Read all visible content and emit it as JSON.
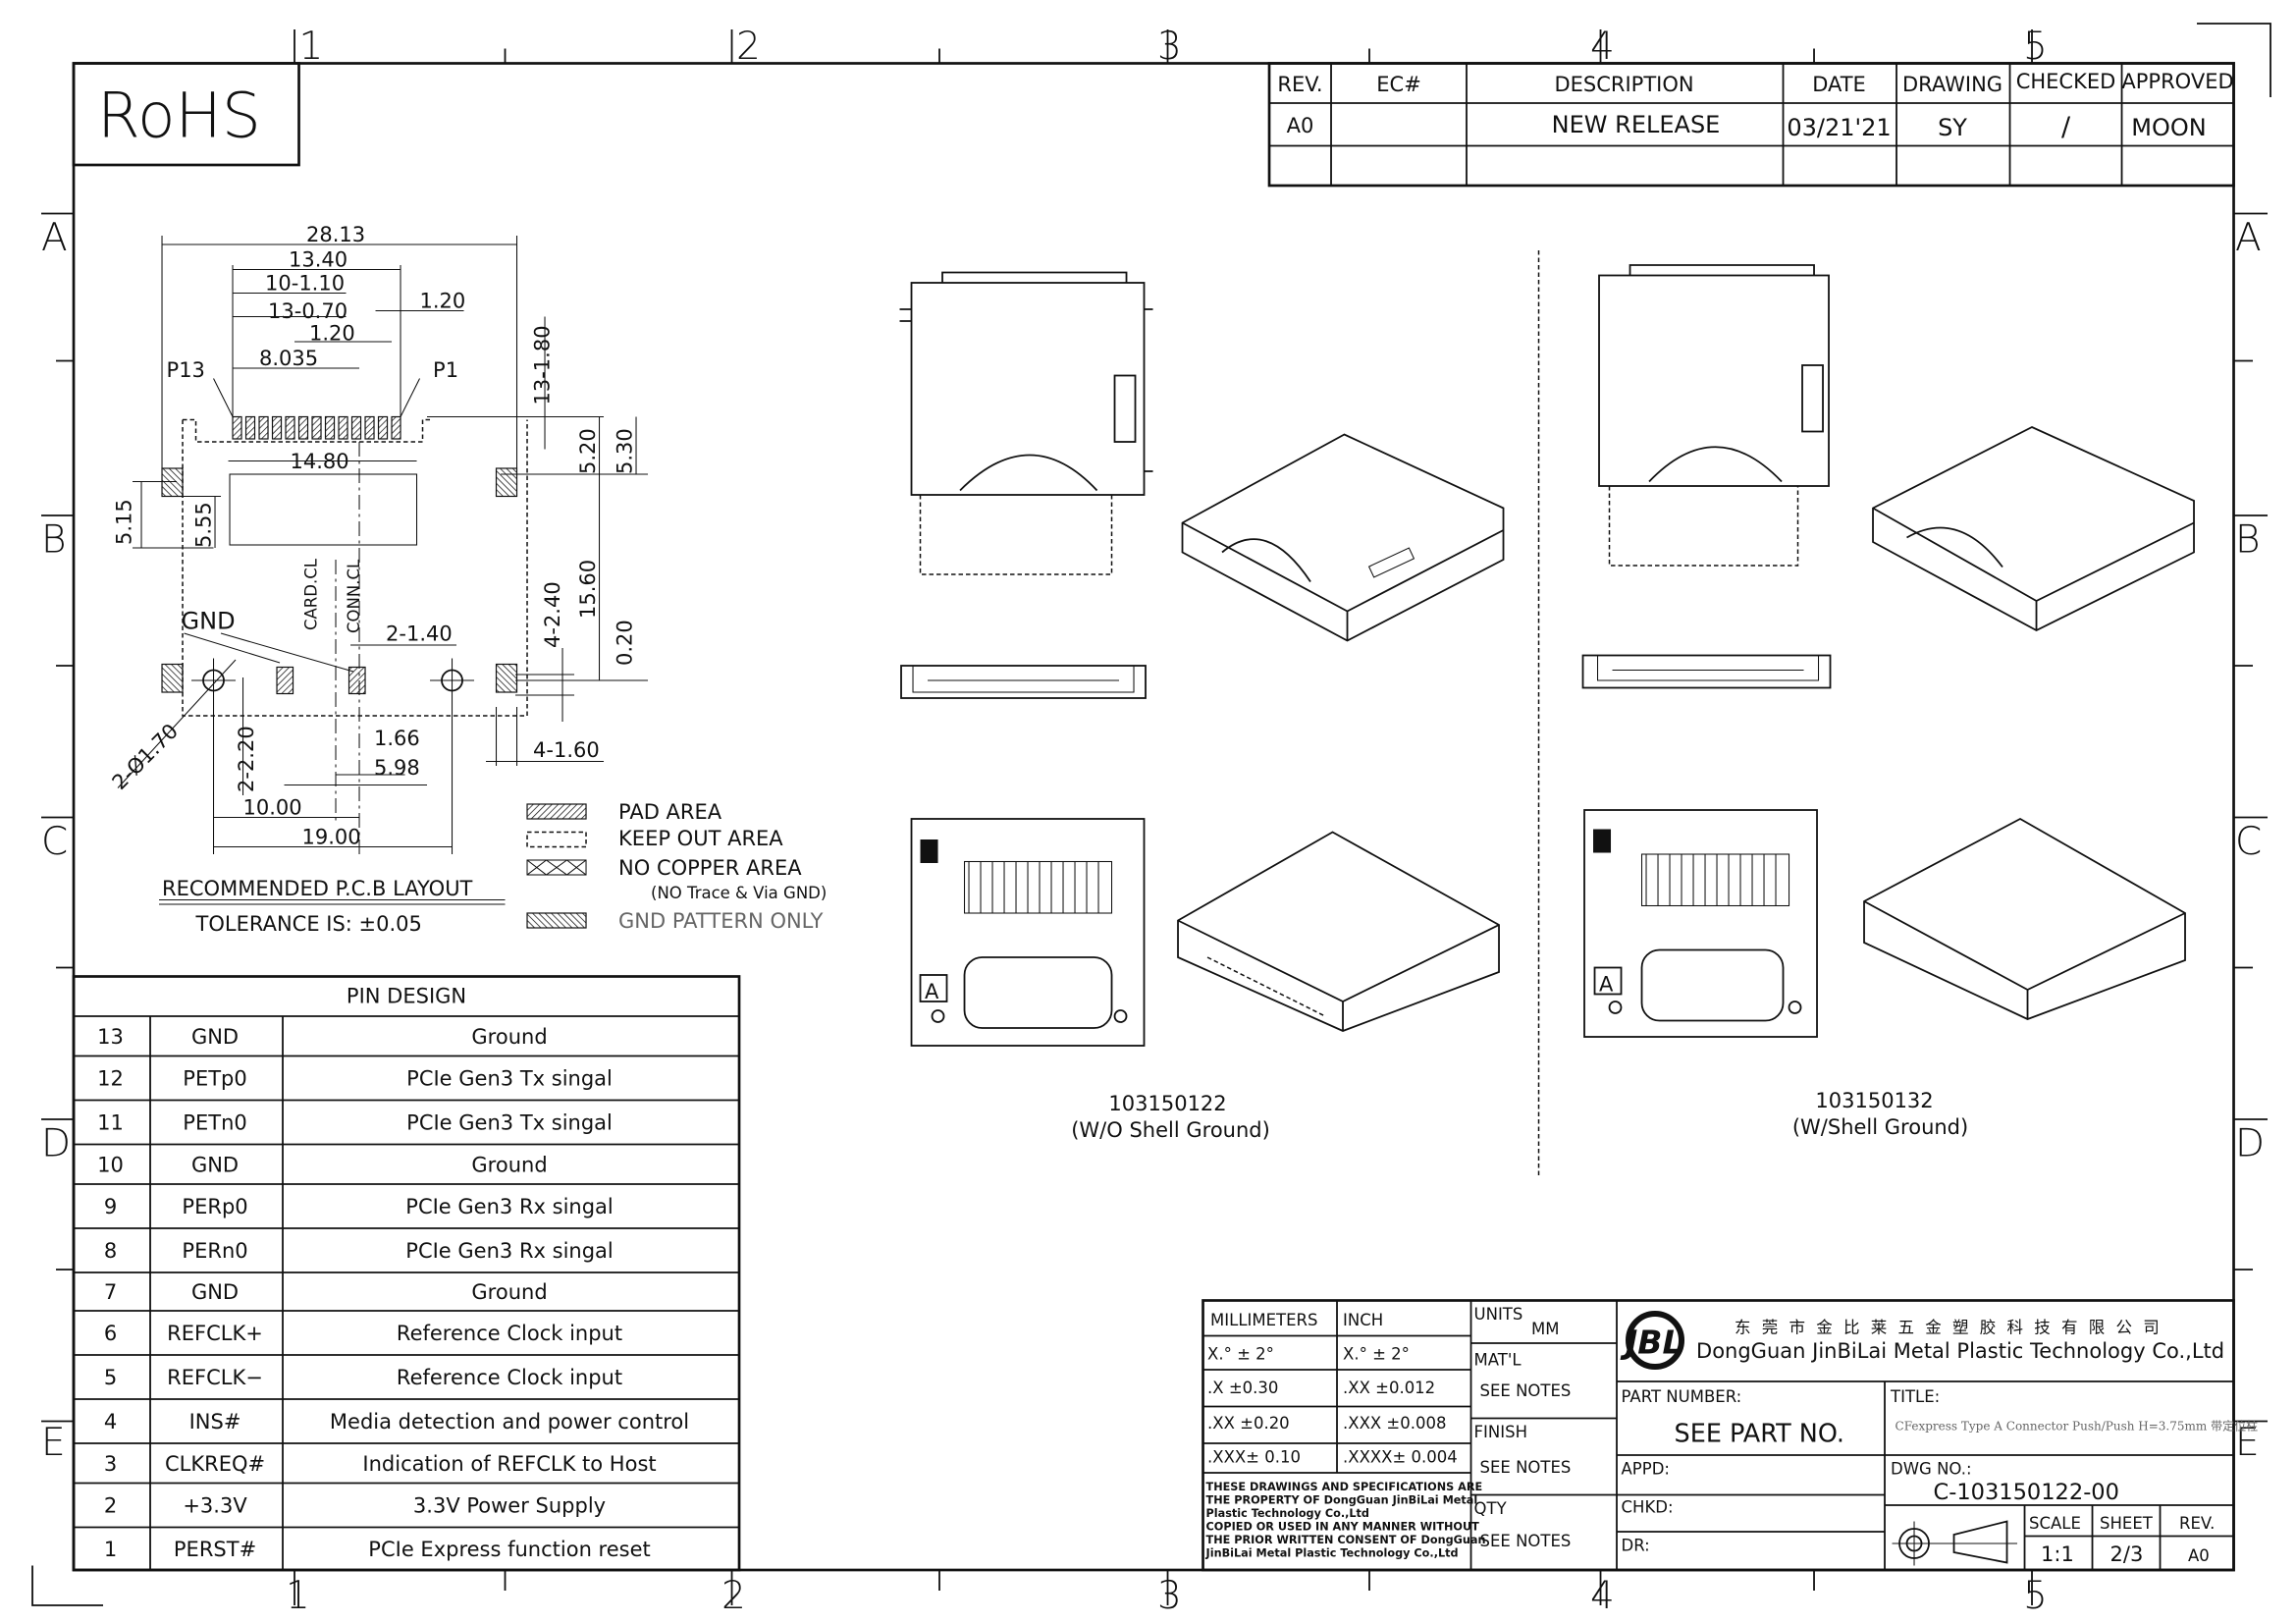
{
  "zones": {
    "cols": [
      "1",
      "2",
      "3",
      "4",
      "5"
    ],
    "rows": [
      "A",
      "B",
      "C",
      "D",
      "E"
    ]
  },
  "rohs": "RoHS",
  "revision_table": {
    "headers": [
      "REV.",
      "EC#",
      "DESCRIPTION",
      "DATE",
      "DRAWING",
      "CHECKED",
      "APPROVED"
    ],
    "rows": [
      [
        "A0",
        "",
        "NEW RELEASE",
        "03/21'21",
        "SY",
        "/",
        "MOON"
      ]
    ]
  },
  "pcb_layout": {
    "dims": {
      "d1": "28.13",
      "d2": "13.40",
      "d3": "10-1.10",
      "d4": "13-0.70",
      "d5": "1.20",
      "d6": "1.20",
      "d7": "8.035",
      "d8": "14.80",
      "d9": "13-1.80",
      "d10": "5.20",
      "d11": "5.30",
      "d12": "5.15",
      "d13": "5.55",
      "d14": "15.60",
      "d15": "4-2.40",
      "d16": "0.20",
      "d17": "2-1.40",
      "d18": "1.66",
      "d19": "5.98",
      "d20": "4-1.60",
      "d21": "2-2.20",
      "d22": "10.00",
      "d23": "19.00",
      "d24": "2-Ø1.70"
    },
    "labels": {
      "p13": "P13",
      "p1": "P1",
      "gnd": "GND",
      "card_cl": "CARD.CL",
      "conn_cl": "CONN.CL"
    },
    "title": "RECOMMENDED P.C.B LAYOUT",
    "tolerance": "TOLERANCE IS:  ±0.05"
  },
  "legend": [
    {
      "label": "PAD AREA"
    },
    {
      "label": "KEEP OUT AREA"
    },
    {
      "label": "NO COPPER AREA",
      "note": "(NO Trace & Via GND)"
    },
    {
      "label": "GND PATTERN ONLY"
    }
  ],
  "variants": [
    {
      "part": "103150122",
      "desc": "(W/O Shell Ground)"
    },
    {
      "part": "103150132",
      "desc": "(W/Shell Ground)"
    }
  ],
  "pin_design": {
    "title": "PIN DESIGN",
    "rows": [
      [
        "13",
        "GND",
        "Ground"
      ],
      [
        "12",
        "PETp0",
        "PCIe Gen3 Tx singal"
      ],
      [
        "11",
        "PETn0",
        "PCIe Gen3 Tx singal"
      ],
      [
        "10",
        "GND",
        "Ground"
      ],
      [
        "9",
        "PERp0",
        "PCIe Gen3 Rx singal"
      ],
      [
        "8",
        "PERn0",
        "PCIe Gen3 Rx singal"
      ],
      [
        "7",
        "GND",
        "Ground"
      ],
      [
        "6",
        "REFCLK+",
        "Reference Clock input"
      ],
      [
        "5",
        "REFCLK−",
        "Reference Clock input"
      ],
      [
        "4",
        "INS#",
        "Media detection and power control"
      ],
      [
        "3",
        "CLKREQ#",
        "Indication of REFCLK to Host"
      ],
      [
        "2",
        "+3.3V",
        "3.3V Power Supply"
      ],
      [
        "1",
        "PERST#",
        "PCIe Express function reset"
      ]
    ]
  },
  "title_block": {
    "tol_headers": [
      "MILLIMETERS",
      "INCH"
    ],
    "tol_rows": [
      [
        "X.° ± 2°",
        "X.°  ± 2°"
      ],
      [
        ".X  ±0.30",
        ".XX  ±0.012"
      ],
      [
        ".XX ±0.20",
        ".XXX ±0.008"
      ],
      [
        ".XXX± 0.10",
        ".XXXX± 0.004"
      ]
    ],
    "property_note": [
      "THESE DRAWINGS AND SPECIFICATIONS ARE",
      "THE PROPERTY OF DongGuan JinBiLai Metal",
      "Plastic Technology Co.,Ltd",
      "COPIED OR USED IN ANY MANNER WITHOUT",
      "THE PRIOR WRITTEN CONSENT OF DongGuan",
      "JinBiLai Metal Plastic Technology Co.,Ltd"
    ],
    "units_label": "UNITS",
    "units": "MM",
    "matl_label": "MAT'L",
    "matl": "SEE NOTES",
    "finish_label": "FINISH",
    "finish": "SEE NOTES",
    "qty_label": "QTY",
    "qty": "SEE NOTES",
    "logo": "JBL",
    "company_cn": "东 莞 市 金 比 莱 五 金 塑 胶 科 技 有 限 公 司",
    "company_en": "DongGuan JinBiLai Metal Plastic Technology Co.,Ltd",
    "part_number_label": "PART NUMBER:",
    "part_number": "SEE PART NO.",
    "title_label": "TITLE:",
    "title": "CFexpress Type A Connector Push/Push H=3.75mm 带定位柱",
    "appd_label": "APPD:",
    "chkd_label": "CHKD:",
    "dr_label": "DR:",
    "dwg_label": "DWG NO.:",
    "dwg_no": "C-103150122-00",
    "scale_label": "SCALE",
    "scale": "1:1",
    "sheet_label": "SHEET",
    "sheet": "2/3",
    "rev_label": "REV.",
    "rev": "A0"
  }
}
